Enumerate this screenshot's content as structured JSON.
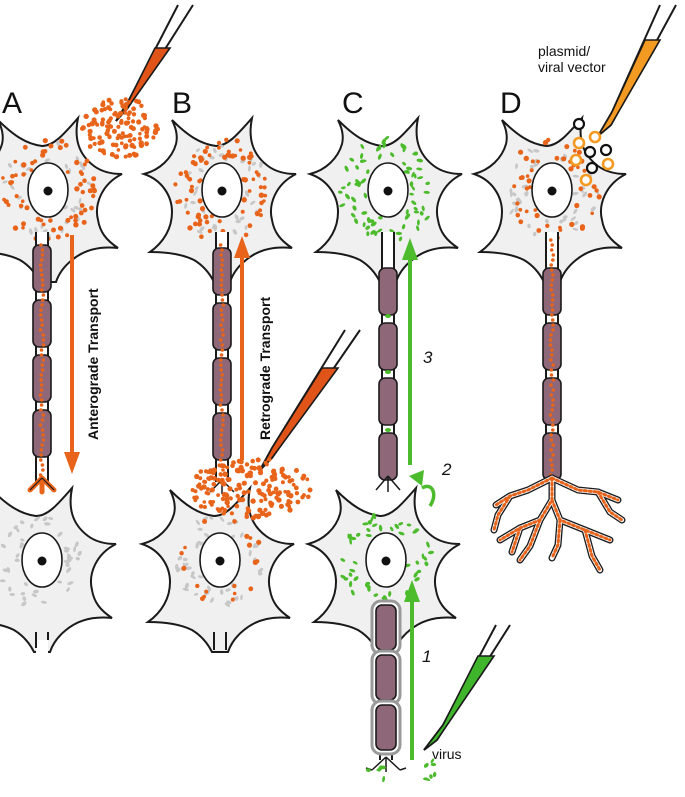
{
  "panels": [
    {
      "letter": "A",
      "arrow_label": "Anterograde Transport"
    },
    {
      "letter": "B",
      "arrow_label": "Retrograde Transport"
    },
    {
      "letter": "C",
      "steps": [
        "1",
        "2",
        "3"
      ],
      "injection_label": "virus"
    },
    {
      "letter": "D",
      "injection_label_lines": [
        "plasmid/",
        "viral vector"
      ]
    }
  ],
  "colors": {
    "tracer": "#e8641a",
    "tracer_dark": "#d2511d",
    "virus": "#4cbb2c",
    "vector": "#f39a22",
    "myelin": "#8e6779",
    "soma_fill": "#f0f0f0",
    "organelle": "#c7c7c7",
    "outline": "#1a1a1a"
  }
}
